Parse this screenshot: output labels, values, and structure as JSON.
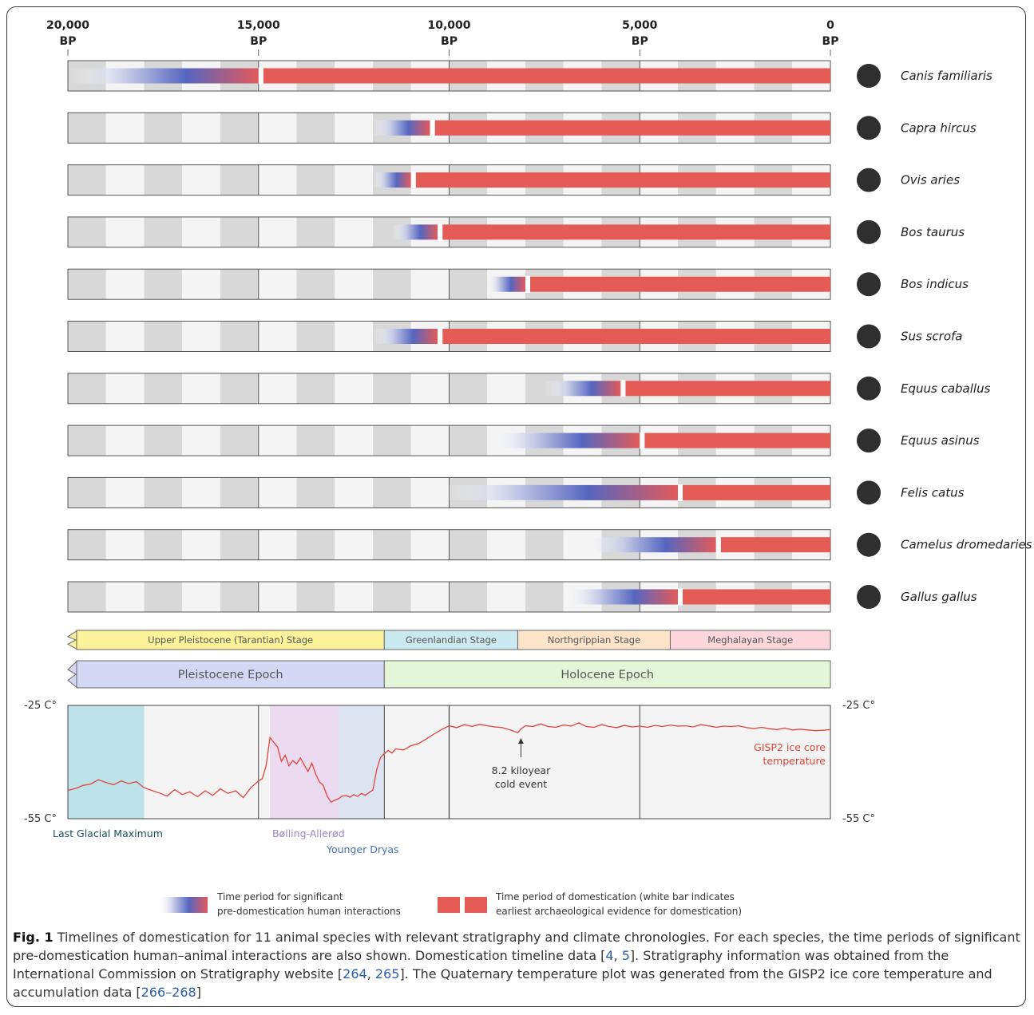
{
  "chart_data": {
    "type": "timeline",
    "x_axis": {
      "range_bp": [
        20000,
        0
      ],
      "ticks": [
        {
          "value": 20000,
          "label": "20,000",
          "unit": "BP"
        },
        {
          "value": 15000,
          "label": "15,000",
          "unit": "BP"
        },
        {
          "value": 10000,
          "label": "10,000",
          "unit": "BP"
        },
        {
          "value": 5000,
          "label": "5,000",
          "unit": "BP"
        },
        {
          "value": 0,
          "label": "0",
          "unit": "BP"
        }
      ]
    },
    "species": [
      {
        "name": "Canis familiaris",
        "icon": "dog-silhouette-icon",
        "interaction_start_bp": 20000,
        "interaction_end_bp": 15000,
        "domestication_bp": 15000
      },
      {
        "name": "Capra hircus",
        "icon": "goat-silhouette-icon",
        "interaction_start_bp": 12000,
        "interaction_end_bp": 10500,
        "domestication_bp": 10500
      },
      {
        "name": "Ovis aries",
        "icon": "sheep-silhouette-icon",
        "interaction_start_bp": 12000,
        "interaction_end_bp": 11000,
        "domestication_bp": 11000
      },
      {
        "name": "Bos taurus",
        "icon": "cow-silhouette-icon",
        "interaction_start_bp": 11500,
        "interaction_end_bp": 10300,
        "domestication_bp": 10300
      },
      {
        "name": "Bos indicus",
        "icon": "zebu-silhouette-icon",
        "interaction_start_bp": 9000,
        "interaction_end_bp": 8000,
        "domestication_bp": 8000
      },
      {
        "name": "Sus scrofa",
        "icon": "pig-silhouette-icon",
        "interaction_start_bp": 12000,
        "interaction_end_bp": 10300,
        "domestication_bp": 10300
      },
      {
        "name": "Equus caballus",
        "icon": "horse-silhouette-icon",
        "interaction_start_bp": 7500,
        "interaction_end_bp": 5500,
        "domestication_bp": 5500
      },
      {
        "name": "Equus asinus",
        "icon": "donkey-silhouette-icon",
        "interaction_start_bp": 9000,
        "interaction_end_bp": 5000,
        "domestication_bp": 5000
      },
      {
        "name": "Felis catus",
        "icon": "cat-silhouette-icon",
        "interaction_start_bp": 10200,
        "interaction_end_bp": 4000,
        "domestication_bp": 4000
      },
      {
        "name": "Camelus dromedaries",
        "icon": "camel-silhouette-icon",
        "interaction_start_bp": 6500,
        "interaction_end_bp": 3000,
        "domestication_bp": 3000
      },
      {
        "name": "Gallus gallus",
        "icon": "chicken-silhouette-icon",
        "interaction_start_bp": 7000,
        "interaction_end_bp": 4000,
        "domestication_bp": 4000
      }
    ],
    "stages": [
      {
        "label": "Upper  Pleistocene (Tarantian) Stage",
        "start_bp": 20000,
        "end_bp": 11700,
        "color": "#fbf29a"
      },
      {
        "label": "Greenlandian Stage",
        "start_bp": 11700,
        "end_bp": 8200,
        "color": "#cbe9f0"
      },
      {
        "label": "Northgrippian Stage",
        "start_bp": 8200,
        "end_bp": 4200,
        "color": "#fde3c8"
      },
      {
        "label": "Meghalayan Stage",
        "start_bp": 4200,
        "end_bp": 0,
        "color": "#fdd6dc"
      }
    ],
    "epochs": [
      {
        "label": "Pleistocene Epoch",
        "start_bp": 20000,
        "end_bp": 11700,
        "color": "#d3d8f5"
      },
      {
        "label": "Holocene Epoch",
        "start_bp": 11700,
        "end_bp": 0,
        "color": "#e3f6d8"
      }
    ],
    "temperature": {
      "y_max_label": "-25 C°",
      "y_min_label": "-55 C°",
      "ylim": [
        -55,
        -25
      ],
      "series_label": "GISP2 ice core temperature",
      "series_color": "#e0433a",
      "points": [
        [
          20000,
          -47.5
        ],
        [
          19800,
          -47
        ],
        [
          19600,
          -46.2
        ],
        [
          19400,
          -45.8
        ],
        [
          19200,
          -44.7
        ],
        [
          19000,
          -45.4
        ],
        [
          18800,
          -46
        ],
        [
          18600,
          -45
        ],
        [
          18400,
          -45.7
        ],
        [
          18200,
          -45.2
        ],
        [
          18000,
          -46.8
        ],
        [
          17800,
          -47.5
        ],
        [
          17600,
          -48.2
        ],
        [
          17400,
          -49
        ],
        [
          17200,
          -47.3
        ],
        [
          17000,
          -48.6
        ],
        [
          16800,
          -47.9
        ],
        [
          16600,
          -49.2
        ],
        [
          16400,
          -47.6
        ],
        [
          16200,
          -48.8
        ],
        [
          16000,
          -47.1
        ],
        [
          15800,
          -48.3
        ],
        [
          15600,
          -47.6
        ],
        [
          15400,
          -49.4
        ],
        [
          15200,
          -46.8
        ],
        [
          15000,
          -45
        ],
        [
          14900,
          -44.4
        ],
        [
          14800,
          -41
        ],
        [
          14700,
          -33.5
        ],
        [
          14600,
          -34.8
        ],
        [
          14500,
          -36
        ],
        [
          14400,
          -39.8
        ],
        [
          14300,
          -38.2
        ],
        [
          14200,
          -41
        ],
        [
          14100,
          -39.6
        ],
        [
          14000,
          -40.5
        ],
        [
          13900,
          -38.9
        ],
        [
          13800,
          -40.8
        ],
        [
          13700,
          -42.5
        ],
        [
          13600,
          -40.3
        ],
        [
          13500,
          -43.2
        ],
        [
          13400,
          -45.3
        ],
        [
          13300,
          -46.2
        ],
        [
          13200,
          -49
        ],
        [
          13100,
          -50.6
        ],
        [
          13000,
          -50.1
        ],
        [
          12900,
          -49.7
        ],
        [
          12800,
          -49
        ],
        [
          12700,
          -48.9
        ],
        [
          12600,
          -49.3
        ],
        [
          12500,
          -48.6
        ],
        [
          12400,
          -49.1
        ],
        [
          12300,
          -48.3
        ],
        [
          12200,
          -48.8
        ],
        [
          12100,
          -48.1
        ],
        [
          12000,
          -47.4
        ],
        [
          11900,
          -42
        ],
        [
          11800,
          -38.8
        ],
        [
          11700,
          -37.8
        ],
        [
          11600,
          -36.9
        ],
        [
          11500,
          -37.6
        ],
        [
          11400,
          -36.5
        ],
        [
          11200,
          -36.8
        ],
        [
          11000,
          -35.7
        ],
        [
          10800,
          -35.1
        ],
        [
          10600,
          -33.9
        ],
        [
          10400,
          -32.6
        ],
        [
          10200,
          -31.4
        ],
        [
          10000,
          -30.4
        ],
        [
          9800,
          -30.9
        ],
        [
          9600,
          -30.1
        ],
        [
          9400,
          -30.6
        ],
        [
          9200,
          -30
        ],
        [
          9000,
          -30.4
        ],
        [
          8800,
          -30.7
        ],
        [
          8600,
          -30.9
        ],
        [
          8400,
          -31.5
        ],
        [
          8200,
          -32.2
        ],
        [
          8100,
          -31.1
        ],
        [
          8000,
          -30.4
        ],
        [
          7800,
          -30.6
        ],
        [
          7600,
          -29.9
        ],
        [
          7400,
          -30.6
        ],
        [
          7200,
          -30.8
        ],
        [
          7000,
          -30.2
        ],
        [
          6800,
          -30.5
        ],
        [
          6600,
          -29.6
        ],
        [
          6400,
          -30.6
        ],
        [
          6200,
          -30.8
        ],
        [
          6000,
          -30.1
        ],
        [
          5800,
          -30.6
        ],
        [
          5600,
          -30.9
        ],
        [
          5400,
          -30.3
        ],
        [
          5200,
          -30.7
        ],
        [
          5000,
          -30.5
        ],
        [
          4800,
          -30.8
        ],
        [
          4600,
          -30.3
        ],
        [
          4400,
          -30.6
        ],
        [
          4200,
          -30.2
        ],
        [
          4000,
          -30.5
        ],
        [
          3800,
          -30.4
        ],
        [
          3600,
          -30.7
        ],
        [
          3400,
          -30.1
        ],
        [
          3200,
          -30.4
        ],
        [
          3000,
          -30.8
        ],
        [
          2800,
          -30.5
        ],
        [
          2600,
          -30.6
        ],
        [
          2400,
          -30.4
        ],
        [
          2200,
          -30.9
        ],
        [
          2000,
          -31.1
        ],
        [
          1800,
          -30.8
        ],
        [
          1600,
          -31.2
        ],
        [
          1400,
          -31.4
        ],
        [
          1200,
          -31
        ],
        [
          1000,
          -31.5
        ],
        [
          800,
          -31.3
        ],
        [
          600,
          -31.5
        ],
        [
          400,
          -31.7
        ],
        [
          200,
          -31.6
        ],
        [
          0,
          -31.4
        ]
      ],
      "shaded_periods": [
        {
          "label": "Last Glacial Maximum",
          "start_bp": 20000,
          "end_bp": 18000,
          "color": "#bde3ea",
          "label_color": "#1d4f5c"
        },
        {
          "label": "Bølling-Allerød",
          "start_bp": 14700,
          "end_bp": 12900,
          "color": "#ecdaf0",
          "label_color": "#9b86c9"
        },
        {
          "label": "Younger Dryas",
          "start_bp": 12900,
          "end_bp": 11700,
          "color": "#dce3f1",
          "label_color": "#4a6fae"
        }
      ],
      "annotation": {
        "label": "8.2 kiloyear cold event",
        "line1": "8.2 kiloyear",
        "line2": "cold event",
        "bp": 8200
      }
    },
    "legend": [
      {
        "kind": "gradient",
        "line1": "Time period for significant",
        "line2": "pre-domestication human interactions"
      },
      {
        "kind": "red-bar",
        "line1": "Time period of domestication (white bar indicates",
        "line2": "earliest archaeological evidence for domestication)"
      }
    ]
  },
  "caption": {
    "label": "Fig. 1",
    "seg1": " Timelines of domestication for 11 animal species with relevant stratigraphy and climate chronologies. For each species, the time periods of significant pre-domestication human–animal interactions are also shown. Domestication timeline data [",
    "ref1": "4",
    "seg2": ", ",
    "ref2": "5",
    "seg3": "]. Stratigraphy information was obtained from the International Commission on Stratigraphy website [",
    "ref3": "264",
    "seg4": ", ",
    "ref4": "265",
    "seg5": "]. The Quaternary temperature plot was generated from the GISP2 ice core temperature and accumulation data [",
    "ref5": "266–268",
    "seg6": "]"
  }
}
